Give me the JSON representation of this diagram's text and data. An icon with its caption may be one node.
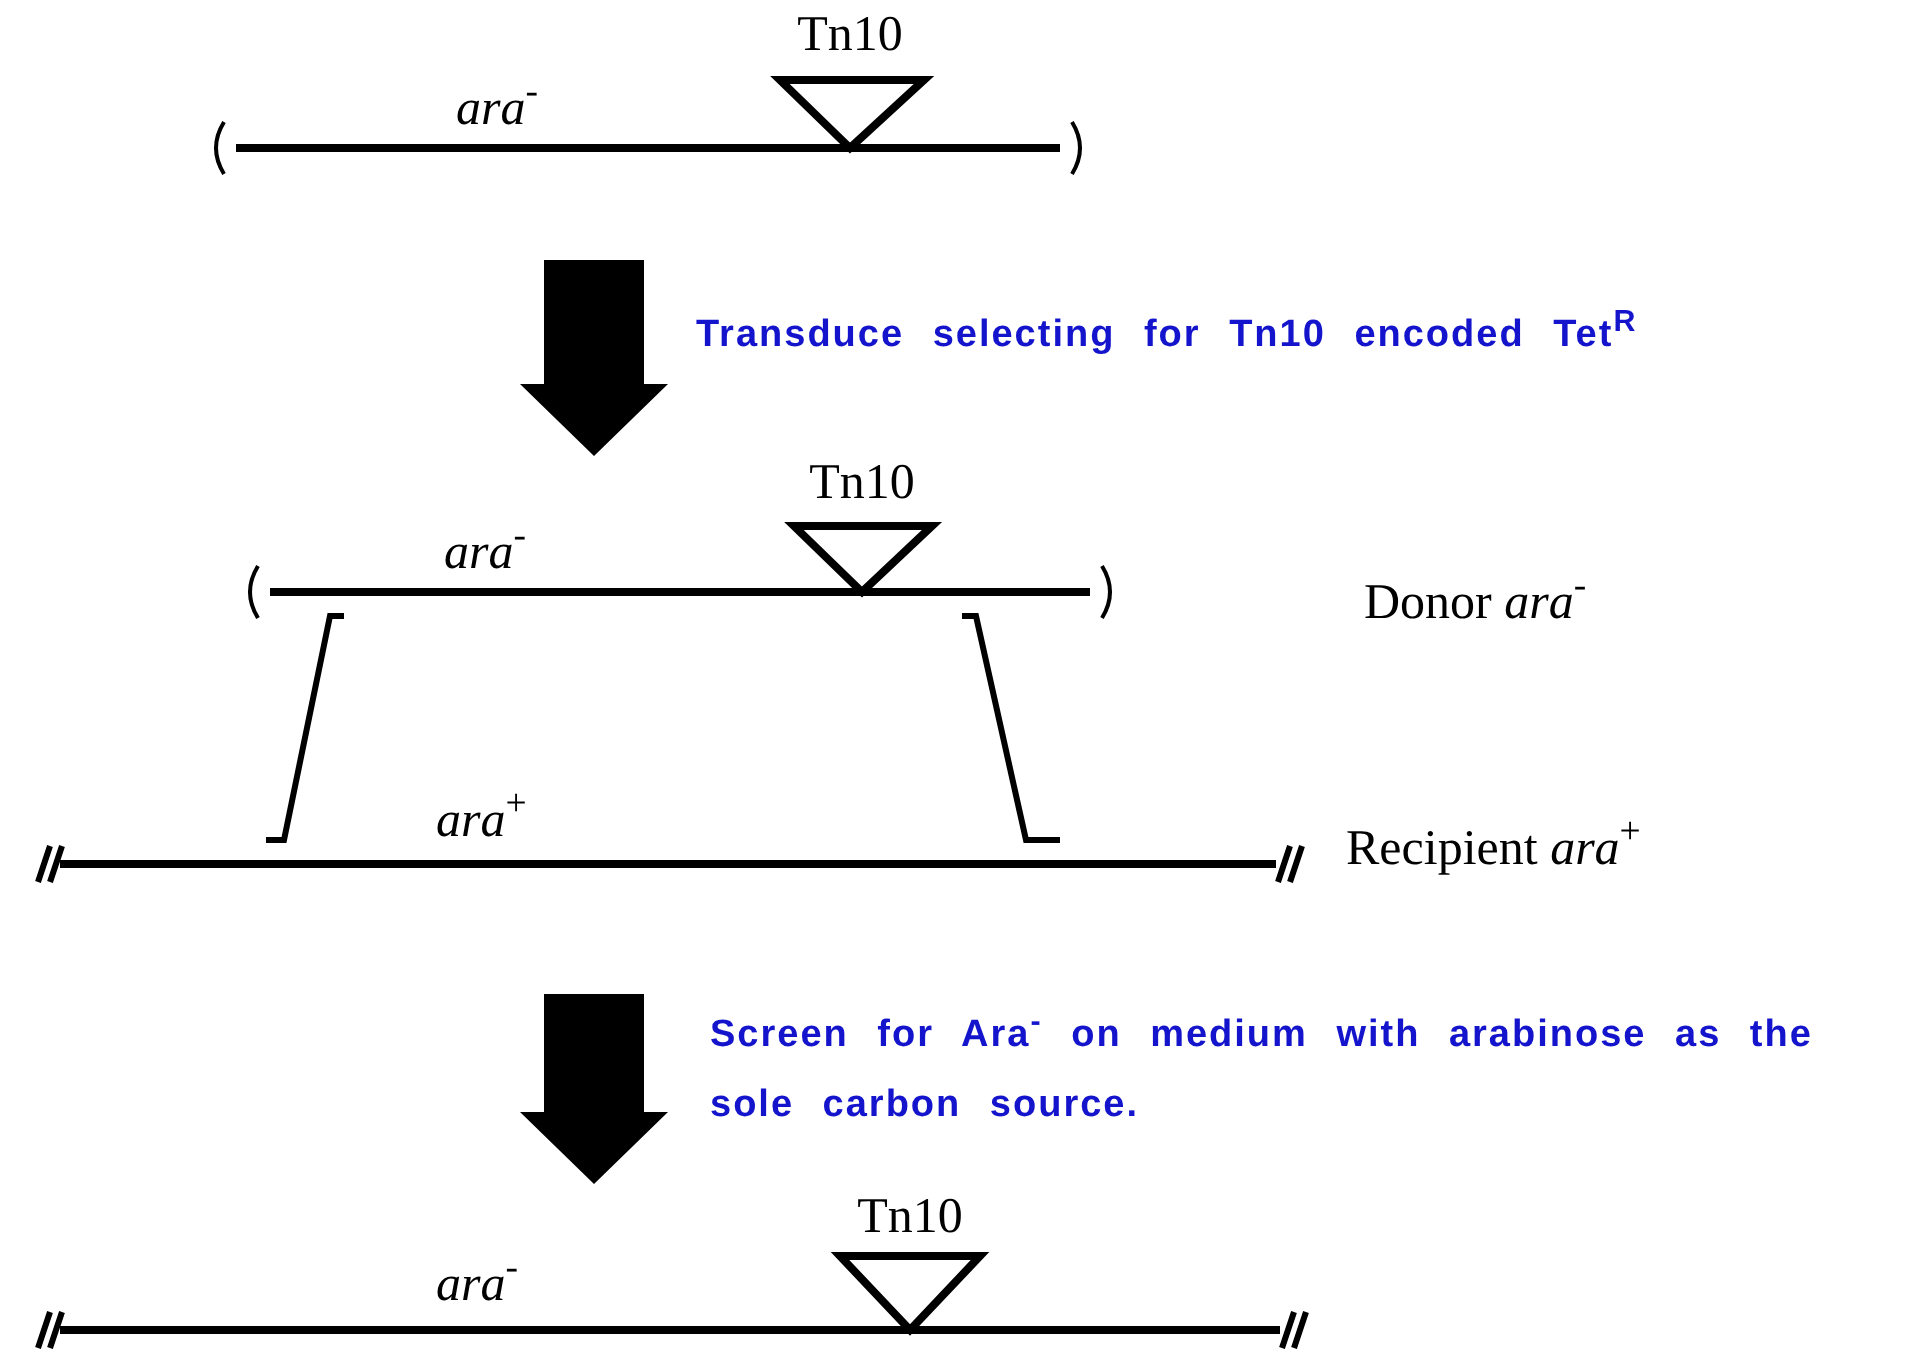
{
  "diagram": {
    "nodes": [
      {
        "text": [
          "*ara*$^{-}$",
          "Tn10"
        ]
      },
      {
        "text": [
          "*ara*$^{-}$",
          "Tn10"
        ]
      },
      {
        "text": [
          "*ara*$^{+}$"
        ],
        "beside": [
          "Recipient *ara*$^{+}$"
        ]
      },
      {
        "text": [
          "*ara*$^{-}$",
          "Tn10"
        ]
      }
    ],
    "edges": [
      {
        "from": 0,
        "to": 1,
        "arrow": "to",
        "style": "thick",
        "label": "Transduce selecting for Tn10 encoded Tet$^{R}$"
      },
      {
        "from": 1,
        "to": 2,
        "arrow": "none"
      },
      {
        "from": 1,
        "to": 2,
        "arrow": "none"
      },
      {
        "from": 2,
        "to": 3,
        "arrow": "to",
        "style": "thick",
        "label": "Screen for Ara$^{-}$ on medium with arabinose as the sole carbon source."
      }
    ],
    "labels": [
      "Donor *ara*$^{-}$"
    ]
  }
}
